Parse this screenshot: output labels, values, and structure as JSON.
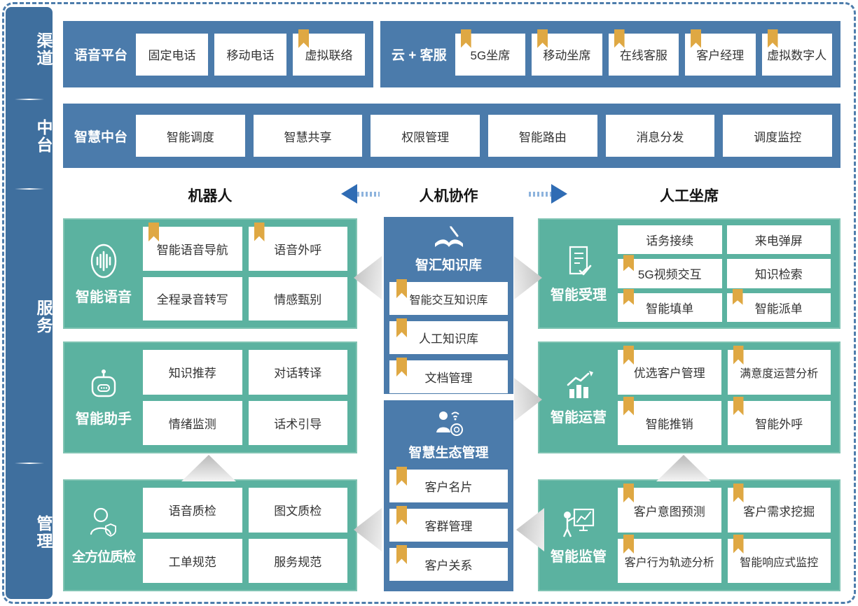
{
  "sidebar": {
    "items": [
      {
        "label": "渠道"
      },
      {
        "label": "中台"
      },
      {
        "label": "服务"
      },
      {
        "label": "管理"
      }
    ]
  },
  "channel_row": {
    "voice_platform": {
      "title": "语音平台",
      "items": [
        {
          "label": "固定电话",
          "bookmark": false
        },
        {
          "label": "移动电话",
          "bookmark": false
        },
        {
          "label": "虚拟联络",
          "bookmark": true
        }
      ]
    },
    "cloud_service": {
      "title": "云 + 客服",
      "items": [
        {
          "label": "5G坐席",
          "bookmark": true
        },
        {
          "label": "移动坐席",
          "bookmark": true
        },
        {
          "label": "在线客服",
          "bookmark": true
        },
        {
          "label": "客户经理",
          "bookmark": true
        },
        {
          "label": "虚拟数字人",
          "bookmark": true
        }
      ]
    }
  },
  "middle_row": {
    "title": "智慧中台",
    "items": [
      {
        "label": "智能调度"
      },
      {
        "label": "智慧共享"
      },
      {
        "label": "权限管理"
      },
      {
        "label": "智能路由"
      },
      {
        "label": "消息分发"
      },
      {
        "label": "调度监控"
      }
    ]
  },
  "section_headers": {
    "left": "机器人",
    "center": "人机协作",
    "right": "人工坐席"
  },
  "service_blocks": {
    "smart_voice": {
      "title": "智能语音",
      "icon": "voice-wave-icon",
      "items": [
        {
          "label": "智能语音导航",
          "bookmark": true
        },
        {
          "label": "语音外呼",
          "bookmark": true
        },
        {
          "label": "全程录音转写",
          "bookmark": false
        },
        {
          "label": "情感甄别",
          "bookmark": false
        }
      ]
    },
    "smart_assistant": {
      "title": "智能助手",
      "icon": "robot-icon",
      "items": [
        {
          "label": "知识推荐",
          "bookmark": false
        },
        {
          "label": "对话转译",
          "bookmark": false
        },
        {
          "label": "情绪监测",
          "bookmark": false
        },
        {
          "label": "话术引导",
          "bookmark": false
        }
      ]
    },
    "quality_inspection": {
      "title": "全方位质检",
      "icon": "person-shield-icon",
      "items": [
        {
          "label": "语音质检",
          "bookmark": false
        },
        {
          "label": "图文质检",
          "bookmark": false
        },
        {
          "label": "工单规范",
          "bookmark": false
        },
        {
          "label": "服务规范",
          "bookmark": false
        }
      ]
    },
    "knowledge_hub": {
      "title": "智汇知识库",
      "icon": "book-pen-icon",
      "items": [
        {
          "label": "智能交互知识库",
          "bookmark": true
        },
        {
          "label": "人工知识库",
          "bookmark": true
        },
        {
          "label": "文档管理",
          "bookmark": true
        }
      ]
    },
    "eco_management": {
      "title": "智慧生态管理",
      "icon": "person-wifi-icon",
      "items": [
        {
          "label": "客户名片",
          "bookmark": true
        },
        {
          "label": "客群管理",
          "bookmark": true
        },
        {
          "label": "客户关系",
          "bookmark": true
        }
      ]
    },
    "smart_acceptance": {
      "title": "智能受理",
      "icon": "document-check-icon",
      "items": [
        {
          "label": "话务接续",
          "bookmark": false
        },
        {
          "label": "来电弹屏",
          "bookmark": false
        },
        {
          "label": "5G视频交互",
          "bookmark": true
        },
        {
          "label": "知识检索",
          "bookmark": false
        },
        {
          "label": "智能填单",
          "bookmark": true
        },
        {
          "label": "智能派单",
          "bookmark": true
        }
      ]
    },
    "smart_operation": {
      "title": "智能运营",
      "icon": "chart-up-icon",
      "items": [
        {
          "label": "优选客户管理",
          "bookmark": true
        },
        {
          "label": "满意度运营分析",
          "bookmark": true
        },
        {
          "label": "智能推销",
          "bookmark": true
        },
        {
          "label": "智能外呼",
          "bookmark": true
        }
      ]
    },
    "smart_supervision": {
      "title": "智能监管",
      "icon": "presenter-board-icon",
      "items": [
        {
          "label": "客户意图预测",
          "bookmark": true
        },
        {
          "label": "客户需求挖掘",
          "bookmark": true
        },
        {
          "label": "客户行为轨迹分析",
          "bookmark": true
        },
        {
          "label": "智能响应式监控",
          "bookmark": true
        }
      ]
    }
  },
  "colors": {
    "band_blue": "#4b7bab",
    "sidebar_blue": "#3f6f9e",
    "green": "#5bb2a0",
    "bookmark_gold": "#dfa843",
    "arrow_blue": "#2f6cb4"
  }
}
